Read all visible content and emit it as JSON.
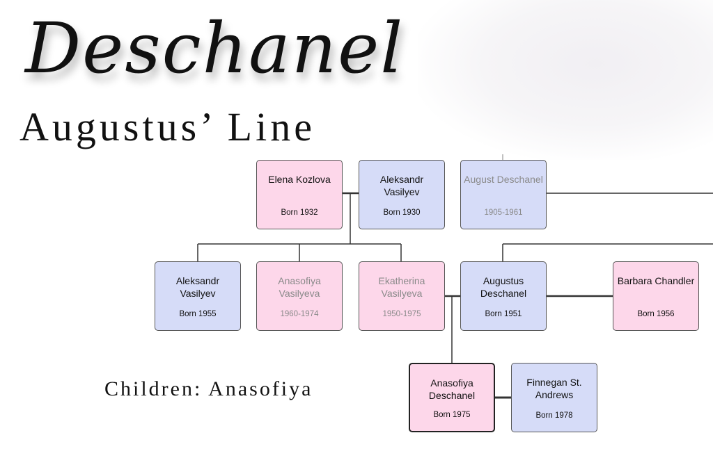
{
  "header": {
    "title": "Deschanel",
    "subtitle": "Augustus’ Line"
  },
  "caption": "Children: Anasofiya",
  "people": [
    {
      "id": "elena",
      "name": "Elena Kozlova",
      "dates": "Born 1932",
      "gender": "female",
      "faded": false
    },
    {
      "id": "aleksandr-sr",
      "name": "Aleksandr Vasilyev",
      "dates": "Born 1930",
      "gender": "male",
      "faded": false
    },
    {
      "id": "august",
      "name": "August Deschanel",
      "dates": "1905-1961",
      "gender": "male",
      "faded": true
    },
    {
      "id": "aleksandr-jr",
      "name": "Aleksandr Vasilyev",
      "dates": "Born 1955",
      "gender": "male",
      "faded": false
    },
    {
      "id": "anasofiya-v",
      "name": "Anasofiya Vasilyeva",
      "dates": "1960-1974",
      "gender": "female",
      "faded": true
    },
    {
      "id": "ekaterina",
      "name": "Ekatherina Vasilyeva",
      "dates": "1950-1975",
      "gender": "female",
      "faded": true
    },
    {
      "id": "augustus",
      "name": "Augustus Deschanel",
      "dates": "Born 1951",
      "gender": "male",
      "faded": false
    },
    {
      "id": "barbara",
      "name": "Barbara Chandler",
      "dates": "Born 1956",
      "gender": "female",
      "faded": false
    },
    {
      "id": "anasofiya-d",
      "name": "Anasofiya Deschanel",
      "dates": "Born 1975",
      "gender": "female",
      "faded": false,
      "focus": true
    },
    {
      "id": "finnegan",
      "name": "Finnegan St. Andrews",
      "dates": "Born 1978",
      "gender": "male",
      "faded": false
    }
  ],
  "colors": {
    "female": "#fdd7ea",
    "male": "#d6dcf8",
    "line": "#333333"
  }
}
